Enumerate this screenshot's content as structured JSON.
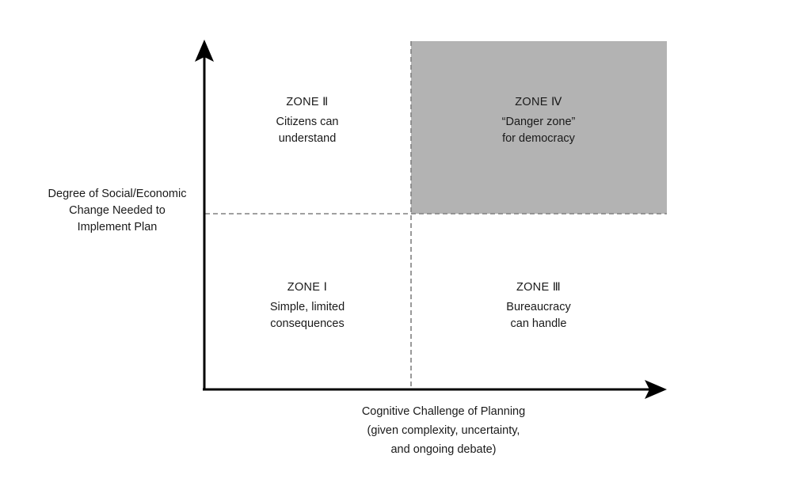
{
  "colors": {
    "axis": "#000000",
    "divider": "#808080",
    "danger_fill": "#b3b3b3",
    "text": "#1a1a1a"
  },
  "y_axis_label": [
    "Degree of Social/Economic",
    "Change Needed to",
    "Implement Plan"
  ],
  "x_axis_label": [
    "Cognitive Challenge of Planning",
    "(given complexity, uncertainty,",
    "and ongoing debate)"
  ],
  "zones": {
    "zone_1": {
      "title": "ZONE Ⅰ",
      "desc": [
        "Simple, limited",
        "consequences"
      ]
    },
    "zone_2": {
      "title": "ZONE Ⅱ",
      "desc": [
        "Citizens can",
        "understand"
      ]
    },
    "zone_3": {
      "title": "ZONE Ⅲ",
      "desc": [
        "Bureaucracy",
        "can handle"
      ]
    },
    "zone_4": {
      "title": "ZONE Ⅳ",
      "desc": [
        "“Danger zone”",
        "for democracy"
      ]
    }
  }
}
